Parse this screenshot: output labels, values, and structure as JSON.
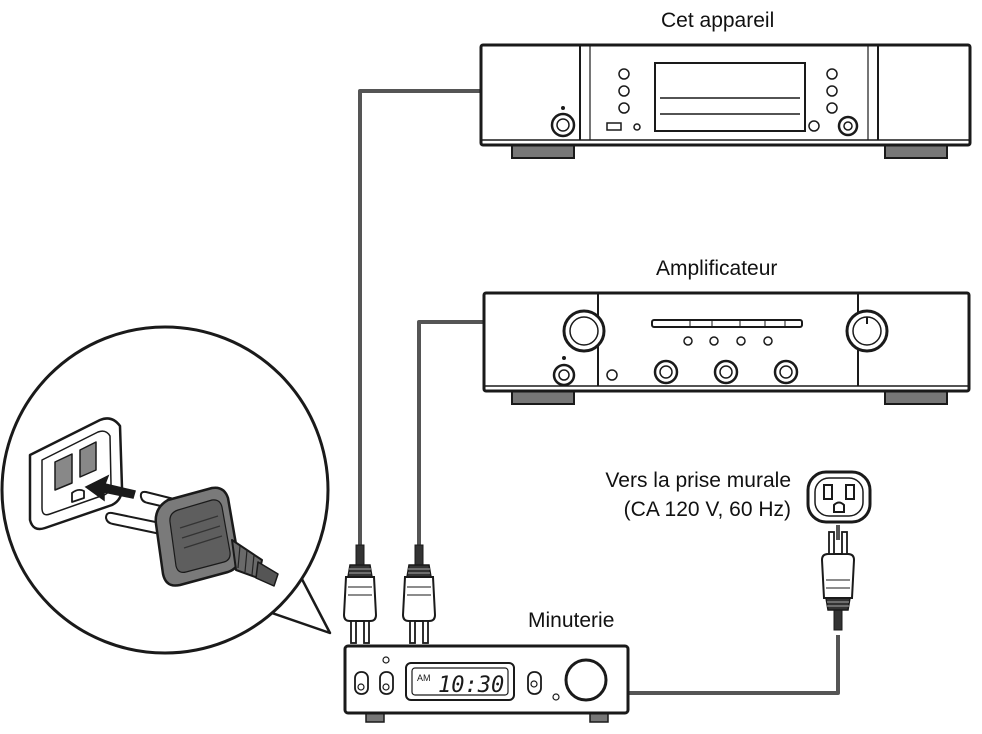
{
  "labels": {
    "device": "Cet appareil",
    "amplifier": "Amplificateur",
    "wall_outlet_line1": "Vers la prise murale",
    "wall_outlet_line2": "(CA 120 V, 60 Hz)",
    "timer": "Minuterie"
  },
  "timer_display": {
    "am": "AM",
    "time": "10:30"
  },
  "colors": {
    "outline": "#1a1a1a",
    "cable": "#555555",
    "plug_fill": "#7a7a7a",
    "arrow": "#1a1a1a"
  }
}
